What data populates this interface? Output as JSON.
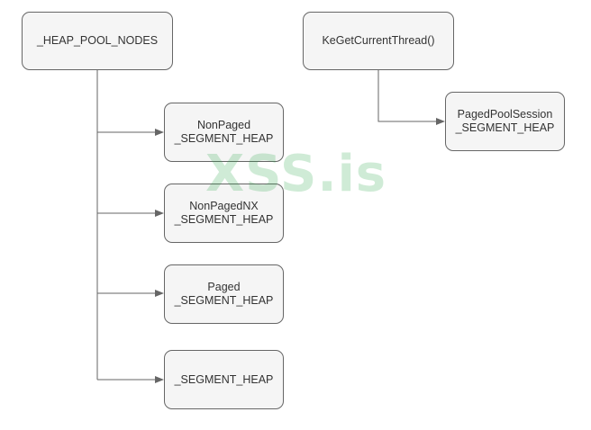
{
  "diagram": {
    "nodes": {
      "root": {
        "lines": [
          "_HEAP_POOL_NODES"
        ]
      },
      "ke": {
        "lines": [
          "KeGetCurrentThread()"
        ]
      },
      "nonpaged": {
        "lines": [
          "NonPaged",
          "_SEGMENT_HEAP"
        ]
      },
      "nonpagednx": {
        "lines": [
          "NonPagedNX",
          "_SEGMENT_HEAP"
        ]
      },
      "paged": {
        "lines": [
          "Paged",
          "_SEGMENT_HEAP"
        ]
      },
      "segment": {
        "lines": [
          "_SEGMENT_HEAP"
        ]
      },
      "session": {
        "lines": [
          "PagedPoolSession",
          "_SEGMENT_HEAP"
        ]
      }
    },
    "edges": [
      {
        "from": "root",
        "to": "nonpaged"
      },
      {
        "from": "root",
        "to": "nonpagednx"
      },
      {
        "from": "root",
        "to": "paged"
      },
      {
        "from": "root",
        "to": "segment"
      },
      {
        "from": "ke",
        "to": "session"
      }
    ],
    "colors": {
      "node_fill": "#f5f5f5",
      "node_border": "#666666",
      "line": "#666666",
      "text": "#333333"
    }
  },
  "watermark": {
    "text": "XSS.is",
    "color": "#2aa84a"
  }
}
